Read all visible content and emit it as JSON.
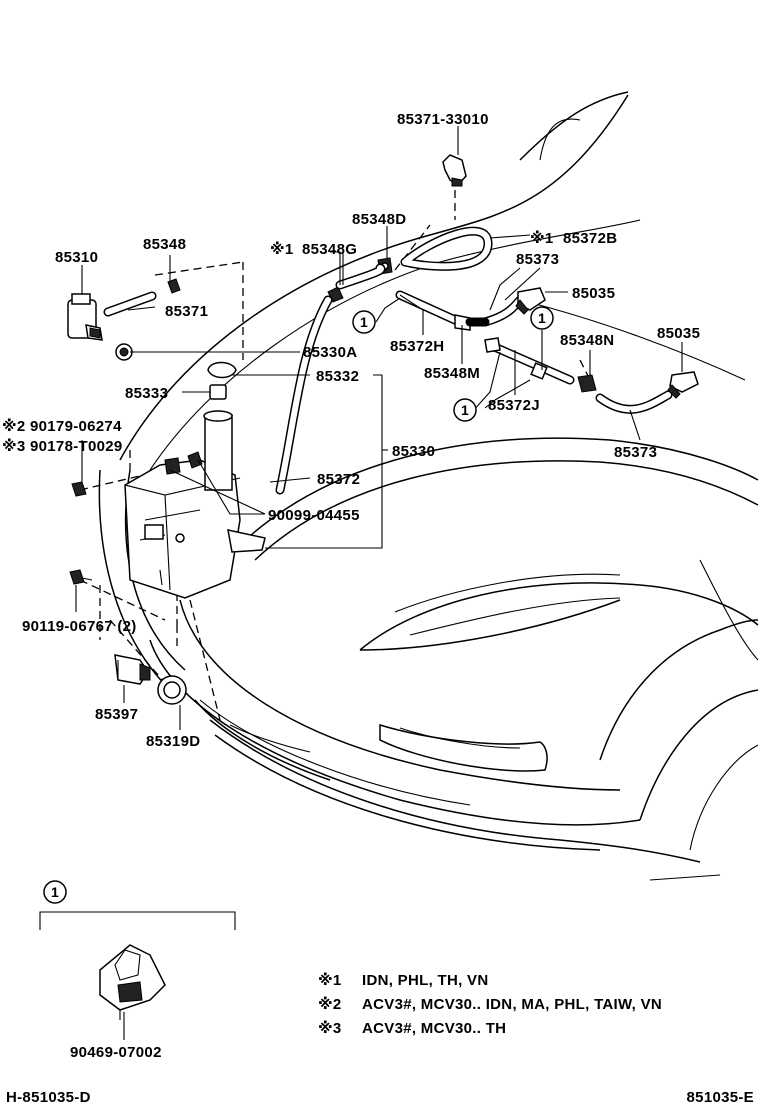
{
  "parts": {
    "p85371_33010": "85371-33010",
    "p85348D": "85348D",
    "p85372B": "85372B",
    "p85348G": "85348G",
    "p85348": "85348",
    "p85310": "85310",
    "p85373_top": "85373",
    "p85035_a": "85035",
    "p85371": "85371",
    "p85035_b": "85035",
    "p85372H": "85372H",
    "p85348N": "85348N",
    "p85330A": "85330A",
    "p85348M": "85348M",
    "p85333": "85333",
    "p85332": "85332",
    "p85372J": "85372J",
    "p90179": "90179-06274",
    "p85330": "85330",
    "p90178": "90178-T0029",
    "p85373_bottom": "85373",
    "p85372": "85372",
    "p90099": "90099-04455",
    "p90119": "90119-06767 (2)",
    "p85397": "85397",
    "p85319D": "85319D",
    "p90469": "90469-07002"
  },
  "marks": {
    "m1": "※1",
    "m2": "※2",
    "m3": "※3",
    "circle1": "1"
  },
  "notes": [
    {
      "mark": "※1",
      "text": "IDN, PHL, TH, VN"
    },
    {
      "mark": "※2",
      "text": "ACV3#, MCV30.. IDN, MA, PHL, TAIW, VN"
    },
    {
      "mark": "※3",
      "text": "ACV3#, MCV30.. TH"
    }
  ],
  "footer": {
    "left_code": "H-851035-D",
    "right_code": "851035-E"
  }
}
